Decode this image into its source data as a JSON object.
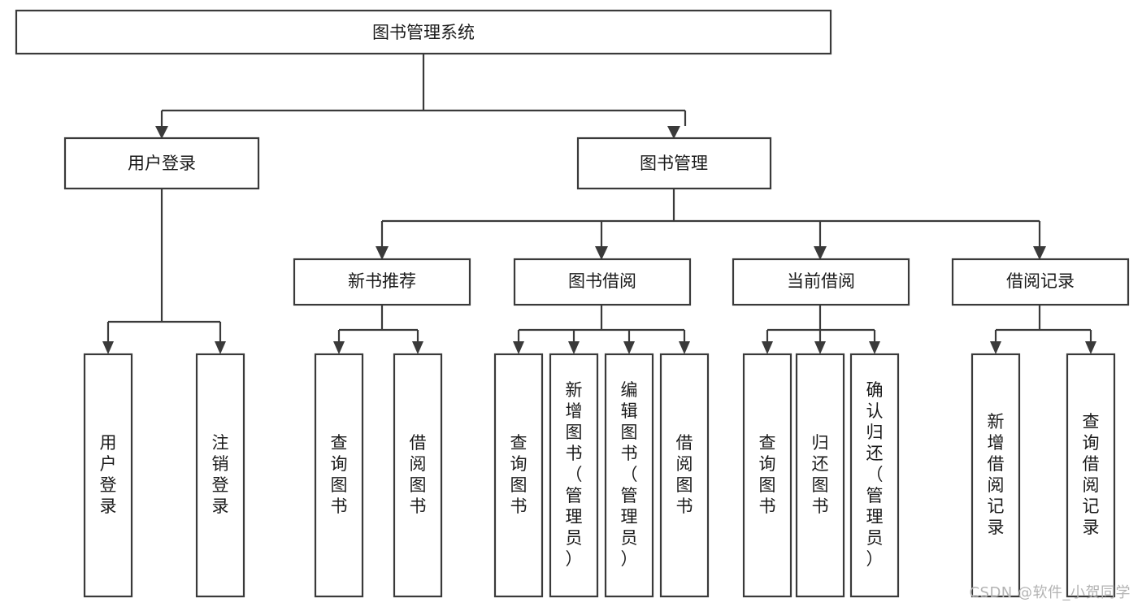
{
  "diagram": {
    "type": "tree",
    "title": "图书管理系统",
    "orientation": "top-down",
    "edge_style": "orthogonal-arrow",
    "colors": {
      "background": "#ffffff",
      "box_fill": "#ffffff",
      "box_stroke": "#3a3a3a",
      "connector": "#3a3a3a",
      "text": "#1a1a1a",
      "watermark": "#b3b3b3"
    },
    "nodes": {
      "root": {
        "label": "图书管理系统",
        "level": 0,
        "orientation": "horizontal"
      },
      "l1": [
        {
          "label": "用户登录",
          "level": 1,
          "orientation": "horizontal"
        },
        {
          "label": "图书管理",
          "level": 1,
          "orientation": "horizontal"
        }
      ],
      "l2": [
        {
          "label": "新书推荐",
          "level": 2,
          "orientation": "horizontal",
          "parent": "图书管理"
        },
        {
          "label": "图书借阅",
          "level": 2,
          "orientation": "horizontal",
          "parent": "图书管理"
        },
        {
          "label": "当前借阅",
          "level": 2,
          "orientation": "horizontal",
          "parent": "图书管理"
        },
        {
          "label": "借阅记录",
          "level": 2,
          "orientation": "horizontal",
          "parent": "图书管理"
        }
      ],
      "leaves": {
        "user_login": [
          {
            "label": "用户登录",
            "orientation": "vertical",
            "parent": "用户登录"
          },
          {
            "label": "注销登录",
            "orientation": "vertical",
            "parent": "用户登录"
          }
        ],
        "new_book": [
          {
            "label": "查询图书",
            "orientation": "vertical",
            "parent": "新书推荐"
          },
          {
            "label": "借阅图书",
            "orientation": "vertical",
            "parent": "新书推荐"
          }
        ],
        "borrow_book": [
          {
            "label": "查询图书",
            "orientation": "vertical",
            "parent": "图书借阅"
          },
          {
            "label": "新增图书（管理员）",
            "orientation": "vertical",
            "parent": "图书借阅"
          },
          {
            "label": "编辑图书（管理员）",
            "orientation": "vertical",
            "parent": "图书借阅"
          },
          {
            "label": "借阅图书",
            "orientation": "vertical",
            "parent": "图书借阅"
          }
        ],
        "current_borrow": [
          {
            "label": "查询图书",
            "orientation": "vertical",
            "parent": "当前借阅"
          },
          {
            "label": "归还图书",
            "orientation": "vertical",
            "parent": "当前借阅"
          },
          {
            "label": "确认归还（管理员）",
            "orientation": "vertical",
            "parent": "当前借阅"
          }
        ],
        "borrow_record": [
          {
            "label": "新增借阅记录",
            "orientation": "vertical",
            "parent": "借阅记录"
          },
          {
            "label": "查询借阅记录",
            "orientation": "vertical",
            "parent": "借阅记录"
          }
        ]
      }
    },
    "watermark": "CSDN @软件_小贺同学"
  }
}
